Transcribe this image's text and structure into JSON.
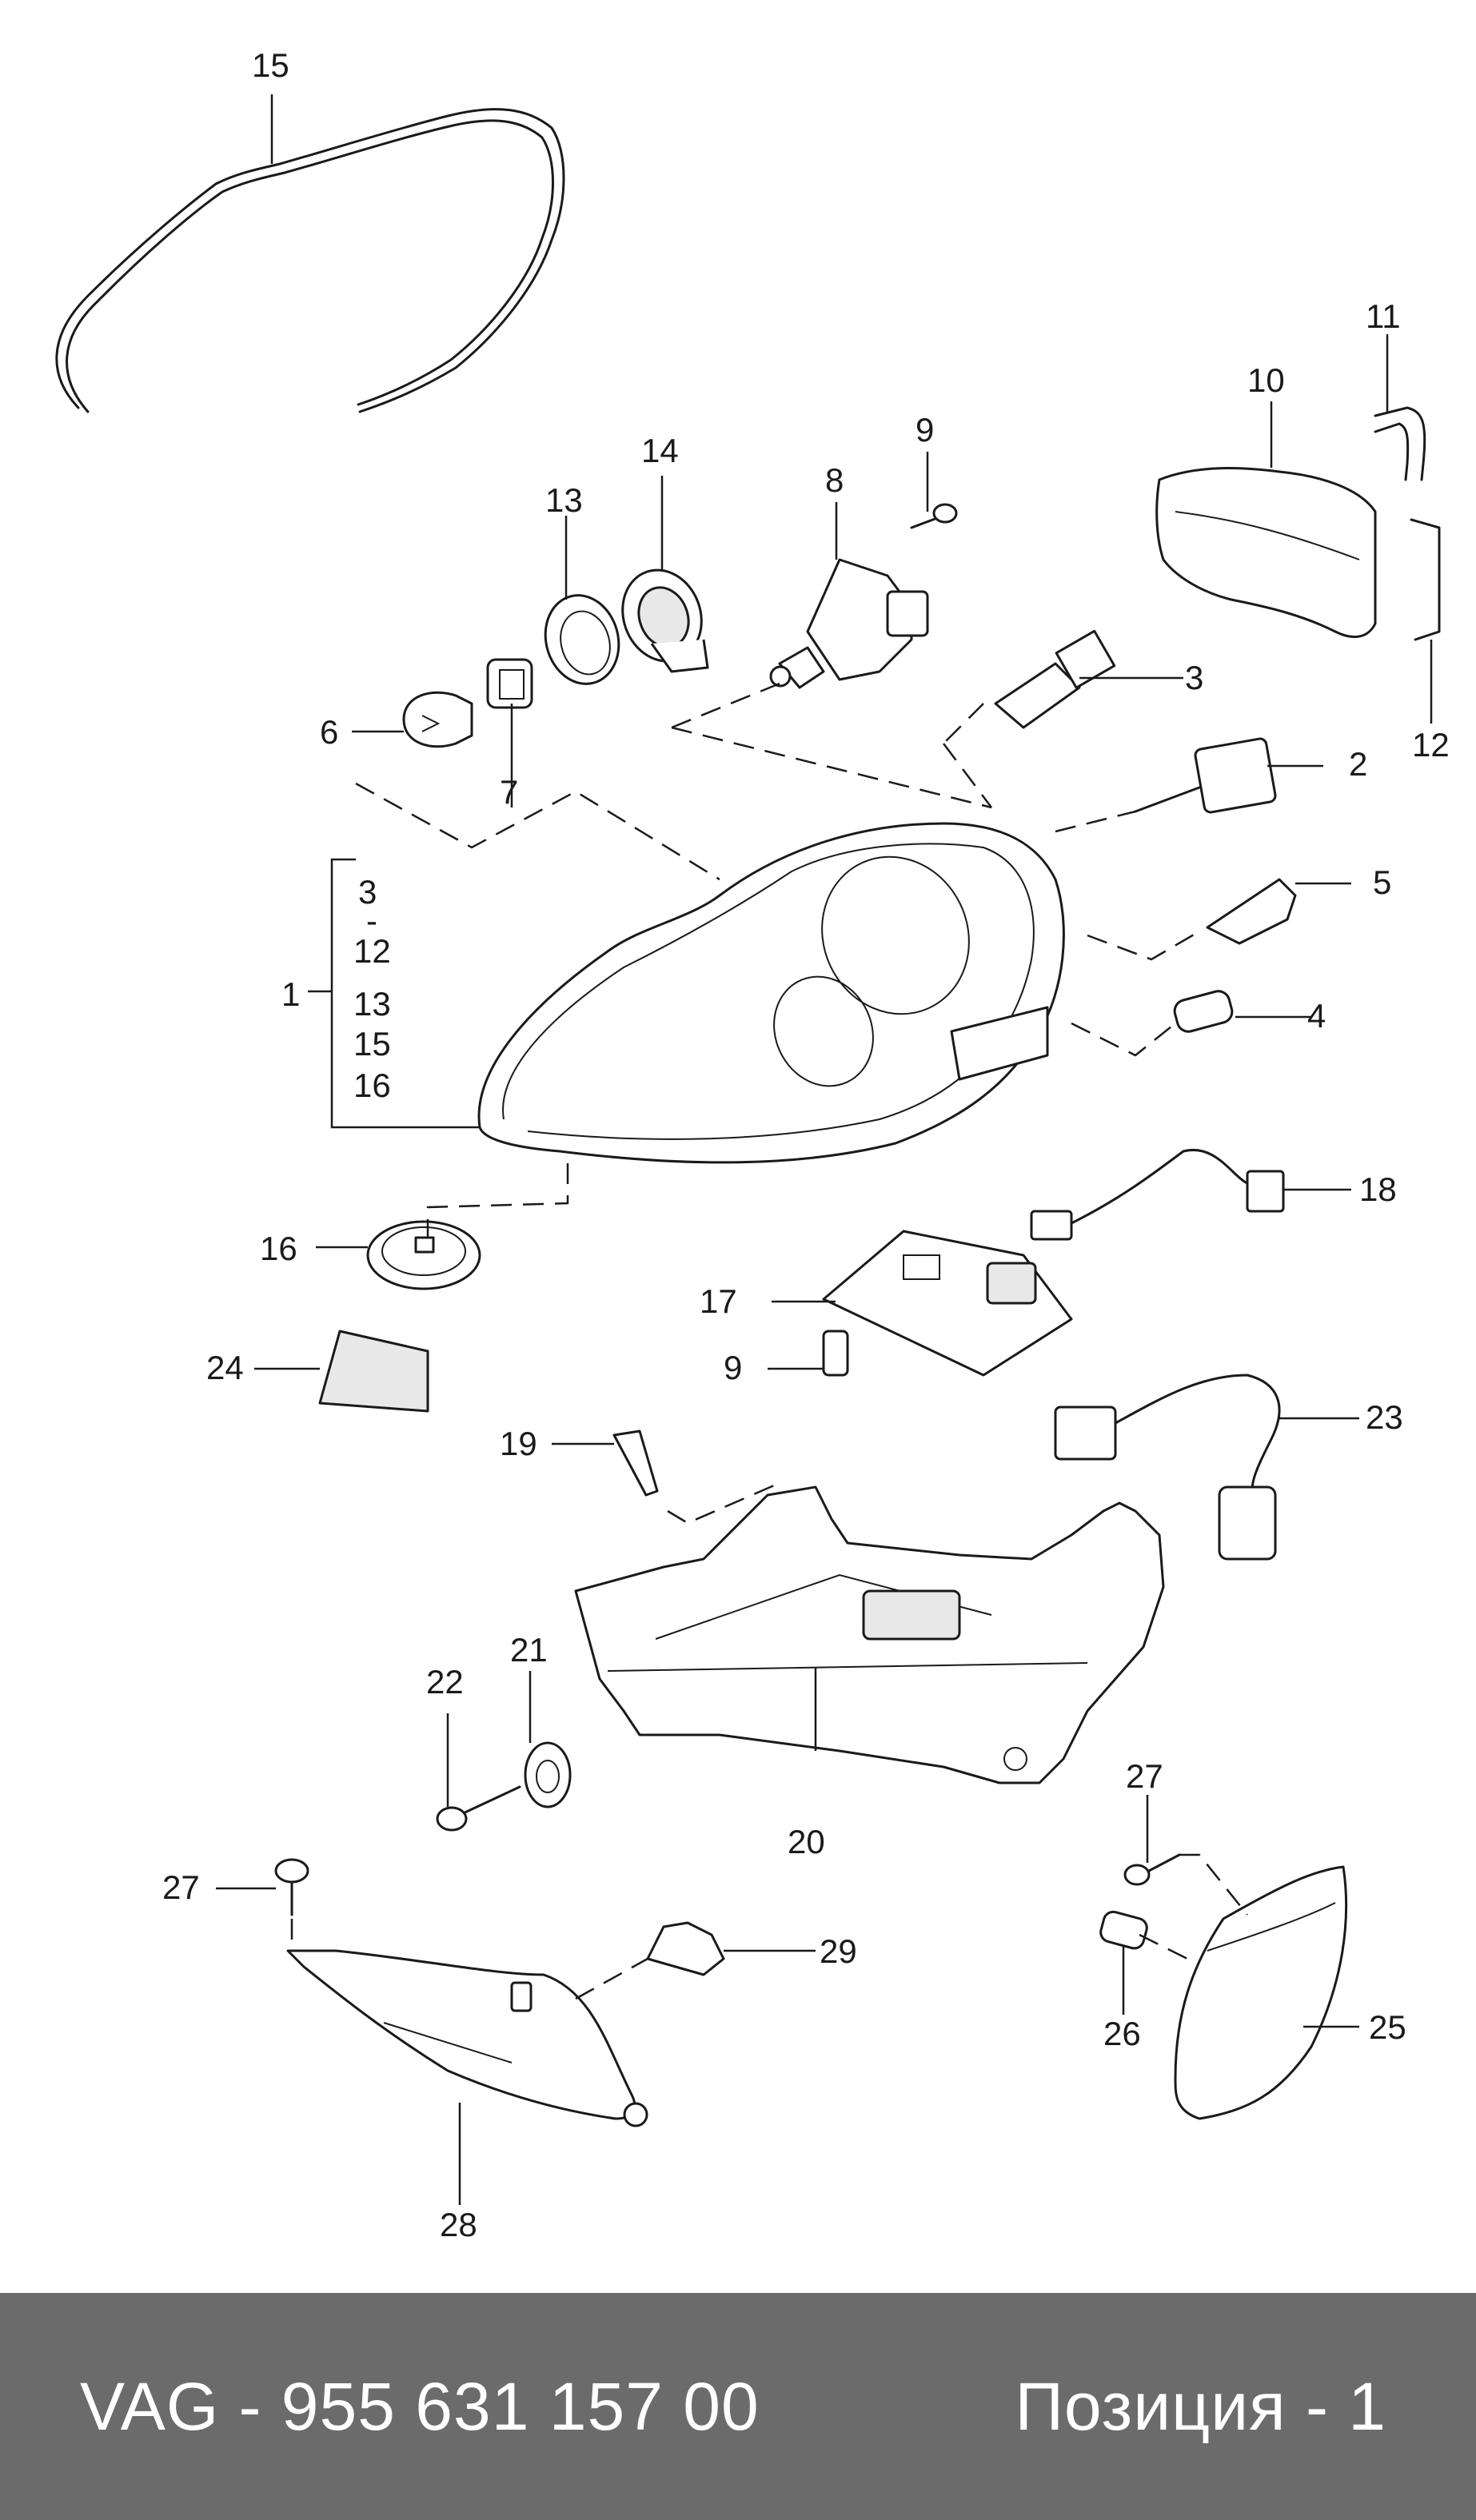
{
  "diagram": {
    "callouts": [
      "1",
      "2",
      "3",
      "4",
      "5",
      "6",
      "7",
      "8",
      "9",
      "10",
      "11",
      "12",
      "13",
      "14",
      "15",
      "16",
      "17",
      "18",
      "19",
      "20",
      "21",
      "22",
      "23",
      "24",
      "25",
      "26",
      "27",
      "28",
      "29"
    ],
    "group_list": [
      "3",
      "-",
      "12",
      "13",
      "15",
      "16"
    ],
    "label_9b": "9",
    "label_12b": "12",
    "label_27b": "27"
  },
  "footer": {
    "part_number": "VAG - 955 631 157 00",
    "position": "Позиция - 1"
  },
  "colors": {
    "footer_bg": "#6b6b6b",
    "footer_text": "#ffffff",
    "line": "#1a1a1a"
  }
}
